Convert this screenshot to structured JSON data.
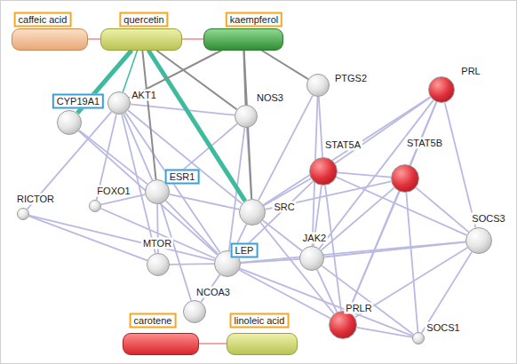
{
  "diagram": {
    "nodes": [
      {
        "text": [
          "caffeic acid"
        ]
      },
      {
        "text": [
          "quercetin"
        ]
      },
      {
        "text": [
          "kaempferol"
        ]
      },
      {
        "text": [
          "PRL"
        ]
      },
      {
        "text": [
          "PTGS2"
        ]
      },
      {
        "text": [
          "AKT1"
        ]
      },
      {
        "text": [
          "NOS3"
        ]
      },
      {
        "text": [
          "CYP19A1"
        ]
      },
      {
        "text": [
          "STAT5A"
        ]
      },
      {
        "text": [
          "STAT5B"
        ]
      },
      {
        "text": [
          "ESR1"
        ]
      },
      {
        "text": [
          "FOXO1"
        ]
      },
      {
        "text": [
          "RICTOR"
        ]
      },
      {
        "text": [
          "SRC"
        ]
      },
      {
        "text": [
          "SOCS3"
        ]
      },
      {
        "text": [
          "MTOR"
        ]
      },
      {
        "text": [
          "LEP"
        ]
      },
      {
        "text": [
          "JAK2"
        ]
      },
      {
        "text": [
          "NCOA3"
        ]
      },
      {
        "text": [
          "PRLR"
        ]
      },
      {
        "text": [
          "SOCS1"
        ]
      },
      {
        "text": [
          "carotene"
        ]
      },
      {
        "text": [
          "linoleic acid"
        ]
      }
    ],
    "edges": [
      {
        "from": 0,
        "to": 1,
        "arrow": "none"
      },
      {
        "from": 1,
        "to": 2,
        "arrow": "none"
      },
      {
        "from": 21,
        "to": 22,
        "arrow": "none"
      },
      {
        "from": 1,
        "to": 7,
        "arrow": "none"
      },
      {
        "from": 1,
        "to": 13,
        "arrow": "none"
      },
      {
        "from": 1,
        "to": 5,
        "arrow": "none"
      },
      {
        "from": 1,
        "to": 10,
        "arrow": "none"
      },
      {
        "from": 1,
        "to": 6,
        "arrow": "none"
      },
      {
        "from": 2,
        "to": 5,
        "arrow": "none"
      },
      {
        "from": 2,
        "to": 6,
        "arrow": "none"
      },
      {
        "from": 2,
        "to": 4,
        "arrow": "none"
      },
      {
        "from": 2,
        "to": 13,
        "arrow": "none"
      },
      {
        "from": 7,
        "to": 10,
        "arrow": "none"
      },
      {
        "from": 7,
        "to": 16,
        "arrow": "none"
      },
      {
        "from": 5,
        "to": 12,
        "arrow": "none"
      },
      {
        "from": 5,
        "to": 11,
        "arrow": "none"
      },
      {
        "from": 5,
        "to": 10,
        "arrow": "none"
      },
      {
        "from": 5,
        "to": 15,
        "arrow": "none"
      },
      {
        "from": 5,
        "to": 13,
        "arrow": "none"
      },
      {
        "from": 5,
        "to": 6,
        "arrow": "none"
      },
      {
        "from": 5,
        "to": 16,
        "arrow": "none"
      },
      {
        "from": 6,
        "to": 13,
        "arrow": "none"
      },
      {
        "from": 6,
        "to": 10,
        "arrow": "none"
      },
      {
        "from": 6,
        "to": 16,
        "arrow": "none"
      },
      {
        "from": 4,
        "to": 13,
        "arrow": "none"
      },
      {
        "from": 4,
        "to": 8,
        "arrow": "none"
      },
      {
        "from": 4,
        "to": 17,
        "arrow": "none"
      },
      {
        "from": 3,
        "to": 8,
        "arrow": "none"
      },
      {
        "from": 3,
        "to": 9,
        "arrow": "none"
      },
      {
        "from": 3,
        "to": 19,
        "arrow": "none"
      },
      {
        "from": 3,
        "to": 17,
        "arrow": "none"
      },
      {
        "from": 3,
        "to": 13,
        "arrow": "none"
      },
      {
        "from": 3,
        "to": 14,
        "arrow": "none"
      },
      {
        "from": 8,
        "to": 9,
        "arrow": "none"
      },
      {
        "from": 8,
        "to": 13,
        "arrow": "none"
      },
      {
        "from": 8,
        "to": 17,
        "arrow": "none"
      },
      {
        "from": 8,
        "to": 19,
        "arrow": "none"
      },
      {
        "from": 8,
        "to": 14,
        "arrow": "none"
      },
      {
        "from": 8,
        "to": 16,
        "arrow": "none"
      },
      {
        "from": 9,
        "to": 17,
        "arrow": "none"
      },
      {
        "from": 9,
        "to": 19,
        "arrow": "none"
      },
      {
        "from": 9,
        "to": 14,
        "arrow": "none"
      },
      {
        "from": 9,
        "to": 20,
        "arrow": "none"
      },
      {
        "from": 9,
        "to": 13,
        "arrow": "none"
      },
      {
        "from": 10,
        "to": 13,
        "arrow": "none"
      },
      {
        "from": 10,
        "to": 15,
        "arrow": "none"
      },
      {
        "from": 10,
        "to": 16,
        "arrow": "none"
      },
      {
        "from": 10,
        "to": 11,
        "arrow": "none"
      },
      {
        "from": 10,
        "to": 18,
        "arrow": "none"
      },
      {
        "from": 13,
        "to": 16,
        "arrow": "none"
      },
      {
        "from": 13,
        "to": 17,
        "arrow": "none"
      },
      {
        "from": 13,
        "to": 19,
        "arrow": "none"
      },
      {
        "from": 16,
        "to": 15,
        "arrow": "none"
      },
      {
        "from": 16,
        "to": 17,
        "arrow": "none"
      },
      {
        "from": 16,
        "to": 14,
        "arrow": "none"
      },
      {
        "from": 16,
        "to": 19,
        "arrow": "none"
      },
      {
        "from": 16,
        "to": 18,
        "arrow": "none"
      },
      {
        "from": 16,
        "to": 11,
        "arrow": "none"
      },
      {
        "from": 16,
        "to": 12,
        "arrow": "none"
      },
      {
        "from": 16,
        "to": 20,
        "arrow": "none"
      },
      {
        "from": 17,
        "to": 19,
        "arrow": "none"
      },
      {
        "from": 17,
        "to": 14,
        "arrow": "none"
      },
      {
        "from": 17,
        "to": 20,
        "arrow": "none"
      },
      {
        "from": 14,
        "to": 19,
        "arrow": "none"
      },
      {
        "from": 14,
        "to": 20,
        "arrow": "none"
      },
      {
        "from": 19,
        "to": 20,
        "arrow": "none"
      },
      {
        "from": 12,
        "to": 15,
        "arrow": "none"
      }
    ]
  }
}
